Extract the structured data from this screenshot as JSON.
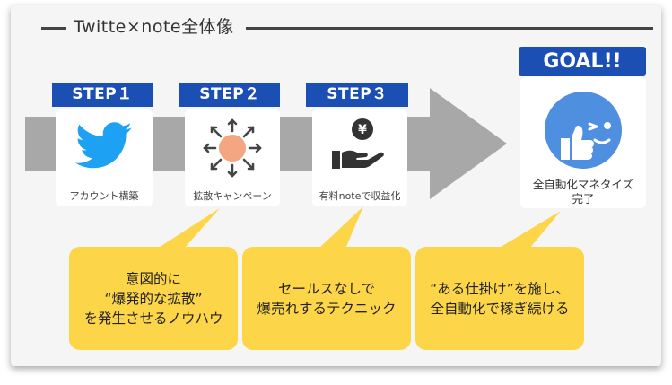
{
  "title": "Twitte×note全体像",
  "steps": [
    {
      "badge": "STEP１",
      "caption": "アカウント構築",
      "icon": "twitter-bird-icon"
    },
    {
      "badge": "STEP２",
      "caption": "拡散キャンペーン",
      "icon": "spread-burst-icon"
    },
    {
      "badge": "STEP３",
      "caption": "有料noteで収益化",
      "icon": "hand-yen-coin-icon"
    }
  ],
  "goal": {
    "badge": "GOAL!!",
    "caption_line1": "全自動化マネタイズ",
    "caption_line2": "完了",
    "icon": "thumbs-up-wink-face-icon"
  },
  "bubbles": [
    {
      "line1": "意図的に",
      "line2": "“爆発的な拡散”",
      "line3": "を発生させるノウハウ"
    },
    {
      "line1": "セールスなしで",
      "line2": "爆売れするテクニック"
    },
    {
      "line1": "“ある仕掛け”を施し、",
      "line2": "全自動化で稼ぎ続ける"
    }
  ],
  "colors": {
    "badge_blue": "#1c4fb3",
    "bubble_yellow": "#fcd549",
    "arrow_gray": "#a8a8a8",
    "twitter_blue": "#1da1f2",
    "burst_orange": "#f4a582",
    "goal_face_blue": "#4f8fe0"
  }
}
